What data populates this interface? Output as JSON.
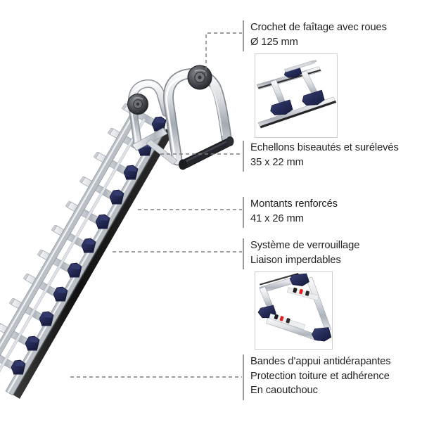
{
  "document": {
    "kind": "product-technical-diagram",
    "subject": "Echelle de toiture",
    "language": "fr"
  },
  "colors": {
    "aluminium_light": "#e9ebee",
    "aluminium_mid": "#c4c8cd",
    "aluminium_dark": "#8d939b",
    "navy_bracket": "#2b3160",
    "navy_bracket_dark": "#1b2045",
    "rubber_black": "#1a1a1a",
    "text": "#232323",
    "leader_line": "#7d7d7d",
    "tick": "#9a9a9a",
    "inset_border": "#cccccc",
    "accent_red": "#e02020",
    "background": "#ffffff"
  },
  "callouts": [
    {
      "id": "ridge-hook",
      "lines": [
        "Crochet de faîtage avec roues",
        "Ø 125 mm"
      ],
      "line1": "Crochet de faîtage avec roues",
      "line2": "Ø 125 mm",
      "has_inset": true
    },
    {
      "id": "rungs",
      "lines": [
        "Echellons biseautés et surélevés",
        "35 x 22 mm"
      ],
      "line1": "Echellons biseautés et surélevés",
      "line2": "35 x 22 mm",
      "has_inset": false
    },
    {
      "id": "stiles",
      "lines": [
        "Montants renforcés",
        "41 x 26 mm"
      ],
      "line1": "Montants renforcés",
      "line2": "41 x 26 mm",
      "has_inset": false
    },
    {
      "id": "locking",
      "lines": [
        "Système de verrouillage",
        "Liaison imperdables"
      ],
      "line1": "Système de verrouillage",
      "line2": "Liaison imperdables",
      "has_inset": true
    },
    {
      "id": "strips",
      "lines": [
        "Bandes d’appui antidérapantes",
        "Protection toiture et adhérence",
        "En caoutchouc"
      ],
      "line1": "Bandes d’appui antidérapantes",
      "line2": "Protection toiture et adhérence",
      "line3": "En caoutchouc",
      "has_inset": false
    }
  ],
  "insets": [
    {
      "id": "inset-rungs",
      "caption_for": "Crochet de faîtage avec roues",
      "depicts": "vue rapprochée des échelons et supports bleus"
    },
    {
      "id": "inset-locking",
      "caption_for": "Système de verrouillage",
      "depicts": "vue rapprochée du système de verrouillage avec liaisons imperdables"
    }
  ],
  "illustration": {
    "name": "echelle-de-toiture",
    "parts": {
      "ridge_hook": "crochet de faîtage",
      "wheels": "roues Ø 125 mm",
      "handle": "poignée caoutchouc",
      "rungs": "échelons biseautés",
      "stiles": "montants renforcés",
      "rubber_strip": "bandes d’appui antidérapantes"
    },
    "rung_count": 11
  }
}
